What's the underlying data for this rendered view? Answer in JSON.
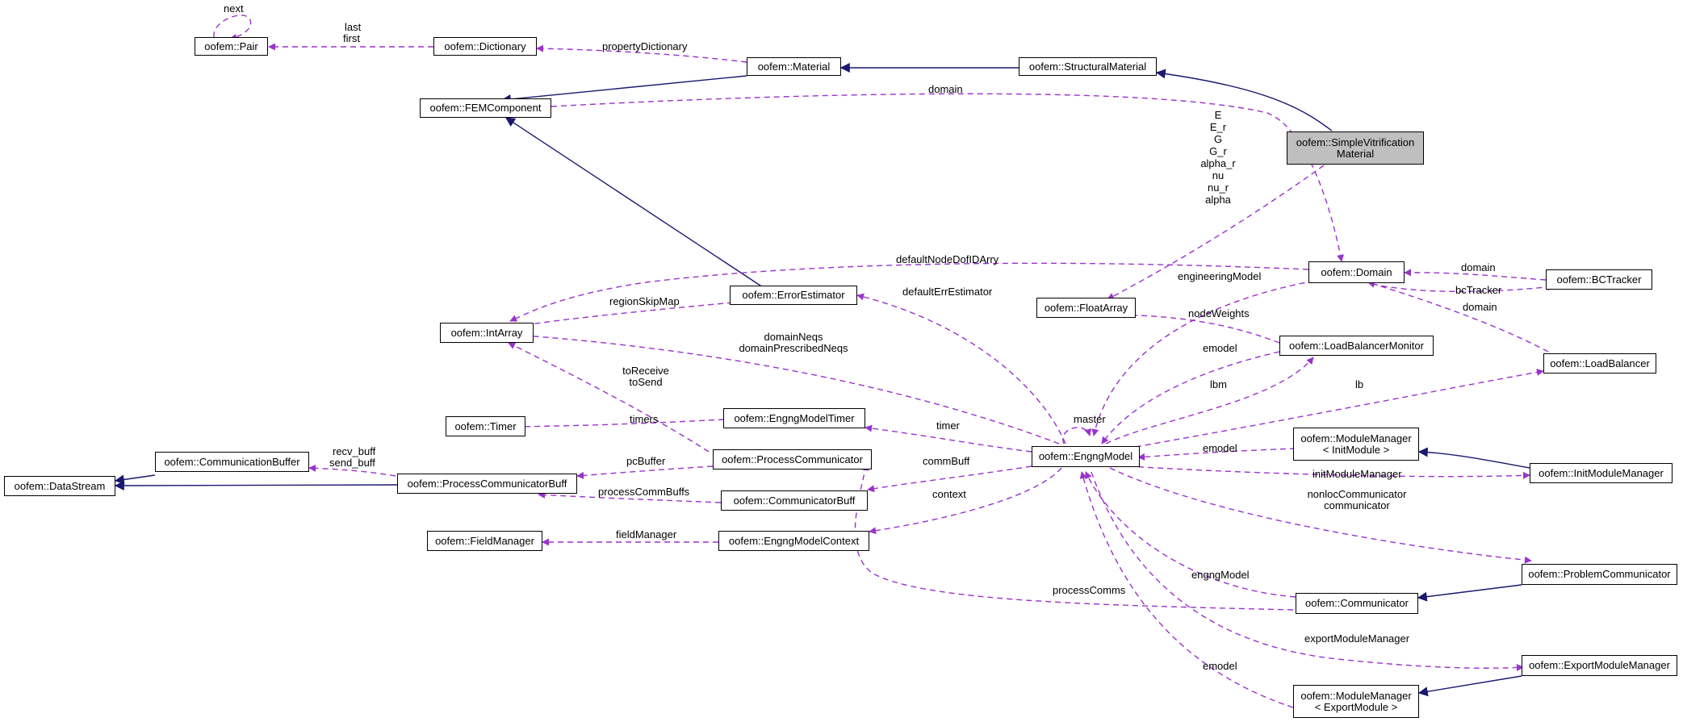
{
  "colors": {
    "inheritance": "#191970",
    "usage": "#9a32cd",
    "focus_fill": "#bfbfbf"
  },
  "nodes": {
    "pair": "oofem::Pair",
    "dictionary": "oofem::Dictionary",
    "material": "oofem::Material",
    "structuralMaterial": "oofem::StructuralMaterial",
    "femComponent": "oofem::FEMComponent",
    "simpleVitrification_l1": "oofem::SimpleVitrification",
    "simpleVitrification_l2": "Material",
    "domain": "oofem::Domain",
    "bcTracker": "oofem::BCTracker",
    "errorEstimator": "oofem::ErrorEstimator",
    "floatArray": "oofem::FloatArray",
    "intArray": "oofem::IntArray",
    "loadBalancerMonitor": "oofem::LoadBalancerMonitor",
    "loadBalancer": "oofem::LoadBalancer",
    "timer": "oofem::Timer",
    "engngModelTimer": "oofem::EngngModelTimer",
    "communicationBuffer": "oofem::CommunicationBuffer",
    "processCommunicator": "oofem::ProcessCommunicator",
    "engngModel": "oofem::EngngModel",
    "moduleManagerInit_l1": "oofem::ModuleManager",
    "moduleManagerInit_l2": "< InitModule >",
    "initModuleManager": "oofem::InitModuleManager",
    "dataStream": "oofem::DataStream",
    "processCommunicatorBuff": "oofem::ProcessCommunicatorBuff",
    "communicatorBuff": "oofem::CommunicatorBuff",
    "fieldManager": "oofem::FieldManager",
    "engngModelContext": "oofem::EngngModelContext",
    "problemCommunicator": "oofem::ProblemCommunicator",
    "communicator": "oofem::Communicator",
    "exportModuleManager": "oofem::ExportModuleManager",
    "moduleManagerExport_l1": "oofem::ModuleManager",
    "moduleManagerExport_l2": "< ExportModule >"
  },
  "edge_labels": {
    "next": "next",
    "last": "last",
    "first": "first",
    "propertyDictionary": "propertyDictionary",
    "domain_fem": "domain",
    "E": "E",
    "E_r": "E_r",
    "G": "G",
    "G_r": "G_r",
    "alpha_r": "alpha_r",
    "nu": "nu",
    "nu_r": "nu_r",
    "alpha": "alpha",
    "defaultNodeDofIDArry": "defaultNodeDofIDArry",
    "domain_bc": "domain",
    "bcTracker": "bcTracker",
    "domain_lb": "domain",
    "engineeringModel": "engineeringModel",
    "regionSkipMap": "regionSkipMap",
    "defaultErrEstimator": "defaultErrEstimator",
    "nodeWeights": "nodeWeights",
    "domainNeqs": "domainNeqs",
    "domainPrescribedNeqs": "domainPrescribedNeqs",
    "emodel_lbm": "emodel",
    "lbm": "lbm",
    "lb": "lb",
    "toReceive": "toReceive",
    "toSend": "toSend",
    "master": "master",
    "timers": "timers",
    "timer": "timer",
    "emodel_init": "emodel",
    "recv_buff": "recv_buff",
    "send_buff": "send_buff",
    "pcBuffer": "pcBuffer",
    "commBuff": "commBuff",
    "initModuleManager": "initModuleManager",
    "processCommBuffs": "processCommBuffs",
    "context": "context",
    "nonlocCommunicator": "nonlocCommunicator",
    "communicator": "communicator",
    "fieldManager": "fieldManager",
    "engngModel": "engngModel",
    "processComms": "processComms",
    "exportModuleManager": "exportModuleManager",
    "emodel_export": "emodel"
  }
}
